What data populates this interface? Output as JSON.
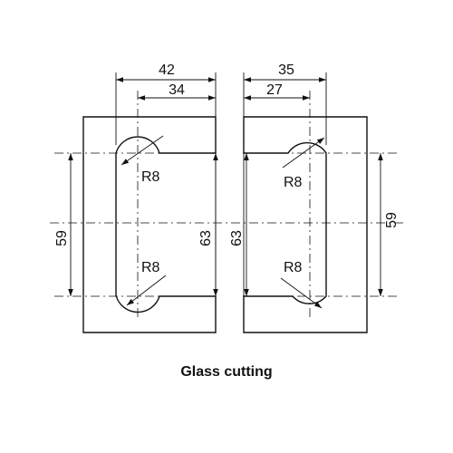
{
  "caption": "Glass cutting",
  "colors": {
    "line": "#111111",
    "background": "#ffffff"
  },
  "left_piece": {
    "overall_width": "42",
    "inner_width": "34",
    "height_59": "59",
    "height_63": "63",
    "radius_top": "R8",
    "radius_bottom": "R8"
  },
  "right_piece": {
    "overall_width": "35",
    "inner_width": "27",
    "height_59": "59",
    "height_63": "63",
    "radius_top": "R8",
    "radius_bottom": "R8"
  }
}
